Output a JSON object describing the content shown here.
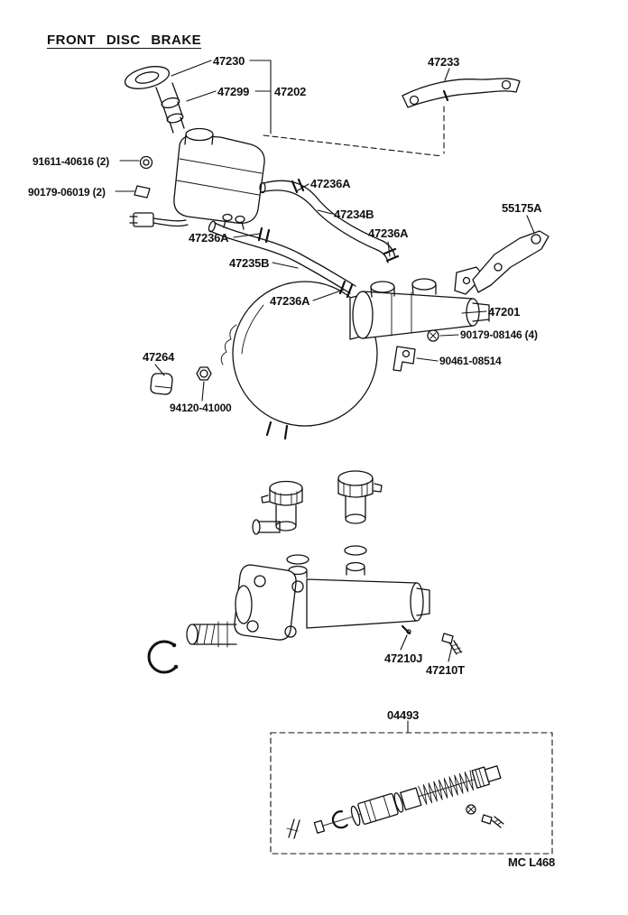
{
  "title": "FRONT DISC BRAKE",
  "footer": {
    "code": "MC L468"
  },
  "colors": {
    "ink": "#111111",
    "paper": "#ffffff"
  },
  "part_labels": [
    {
      "id": "47230",
      "text": "47230"
    },
    {
      "id": "47233",
      "text": "47233"
    },
    {
      "id": "47299",
      "text": "47299"
    },
    {
      "id": "47202",
      "text": "47202"
    },
    {
      "id": "91611-40616",
      "text": "91611-40616 (2)"
    },
    {
      "id": "90179-06019",
      "text": "90179-06019 (2)"
    },
    {
      "id": "47236A-1",
      "text": "47236A"
    },
    {
      "id": "47234B",
      "text": "47234B"
    },
    {
      "id": "55175A",
      "text": "55175A"
    },
    {
      "id": "47236A-2",
      "text": "47236A"
    },
    {
      "id": "47236A-3",
      "text": "47236A"
    },
    {
      "id": "47235B",
      "text": "47235B"
    },
    {
      "id": "47236A-4",
      "text": "47236A"
    },
    {
      "id": "47201",
      "text": "47201"
    },
    {
      "id": "90179-08146",
      "text": "90179-08146 (4)"
    },
    {
      "id": "47264",
      "text": "47264"
    },
    {
      "id": "90461-08514",
      "text": "90461-08514"
    },
    {
      "id": "94120-41000",
      "text": "94120-41000"
    },
    {
      "id": "47210J",
      "text": "47210J"
    },
    {
      "id": "47210T",
      "text": "47210T"
    },
    {
      "id": "04493",
      "text": "04493"
    }
  ]
}
